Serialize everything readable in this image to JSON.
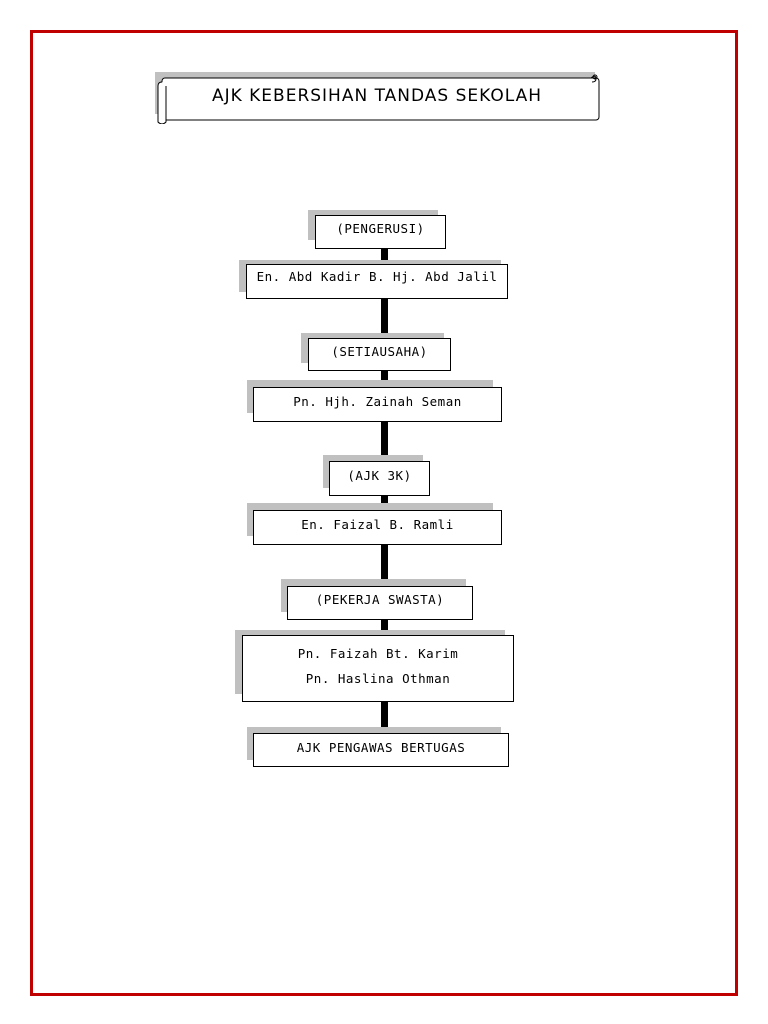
{
  "title": "AJK KEBERSIHAN TANDAS SEKOLAH",
  "nodes": [
    {
      "key": "pengerusi_role",
      "lines": [
        "(PENGERUSI)"
      ]
    },
    {
      "key": "pengerusi_name",
      "lines": [
        "En. Abd Kadir B. Hj. Abd Jalil"
      ]
    },
    {
      "key": "setiausaha_role",
      "lines": [
        "(SETIAUSAHA)"
      ]
    },
    {
      "key": "setiausaha_name",
      "lines": [
        "Pn. Hjh. Zainah Seman"
      ]
    },
    {
      "key": "ajk3k_role",
      "lines": [
        "(AJK 3K)"
      ]
    },
    {
      "key": "ajk3k_name",
      "lines": [
        "En. Faizal B. Ramli"
      ]
    },
    {
      "key": "pekerja_role",
      "lines": [
        "(PEKERJA SWASTA)"
      ]
    },
    {
      "key": "pekerja_names",
      "lines": [
        "Pn. Faizah Bt. Karim",
        "Pn. Haslina Othman"
      ]
    },
    {
      "key": "pengawas",
      "lines": [
        "AJK PENGAWAS BERTUGAS"
      ]
    }
  ],
  "colors": {
    "border": "#c00000",
    "shadow": "#c0c0c0",
    "connector": "#000000"
  }
}
